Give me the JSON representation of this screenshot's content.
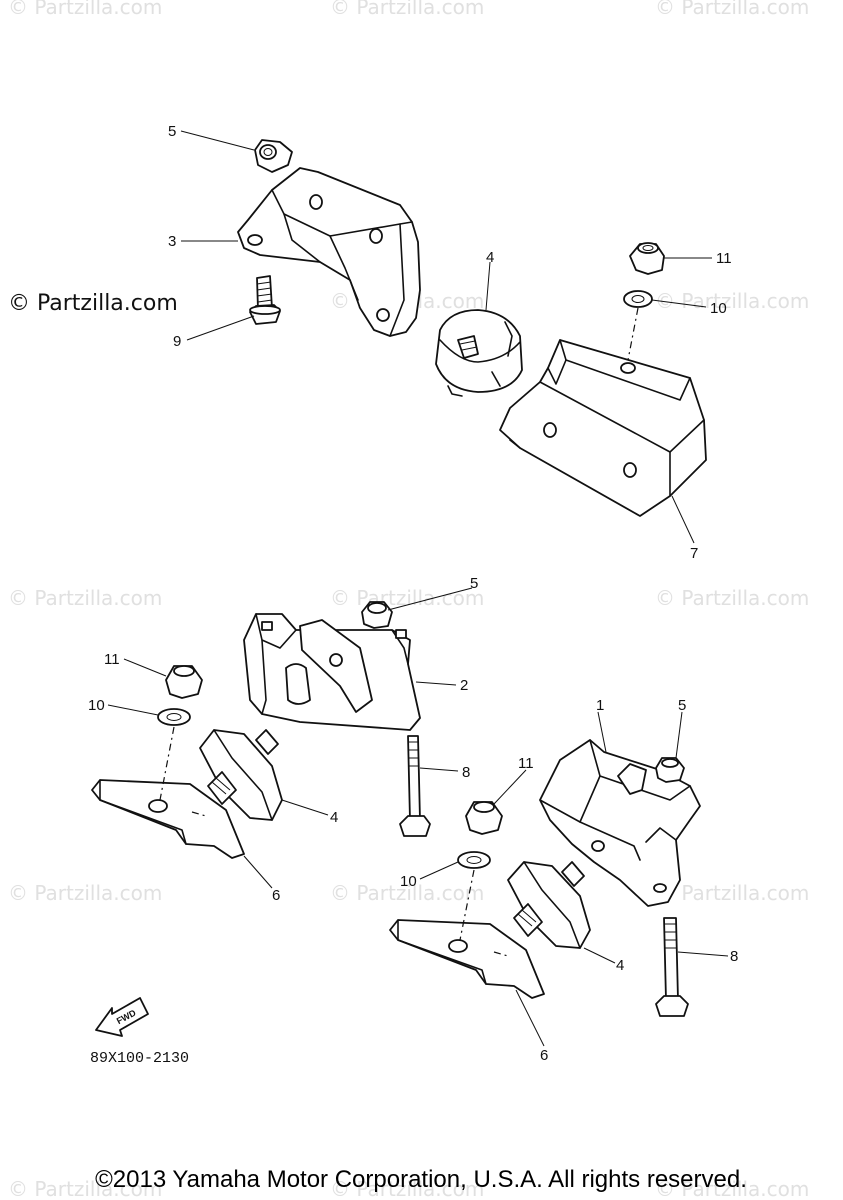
{
  "watermark": {
    "corner_text": "© Partzilla.com",
    "main_text": "© Partzilla.com"
  },
  "diagram": {
    "callouts": {
      "c5a": "5",
      "c3": "3",
      "c9": "9",
      "c4a": "4",
      "c11a": "11",
      "c10a": "10",
      "c7": "7",
      "c5b": "5",
      "c2": "2",
      "c11b": "11",
      "c10b": "10",
      "c4b": "4",
      "c6a": "6",
      "c8a": "8",
      "c1": "1",
      "c5c": "5",
      "c11c": "11",
      "c10c": "10",
      "c4c": "4",
      "c8b": "8",
      "c6b": "6"
    },
    "fwd_label": "FWD",
    "drawing_code": "89X100-2130"
  },
  "footer": {
    "copyright": "©2013 Yamaha Motor Corporation, U.S.A. All rights reserved."
  }
}
